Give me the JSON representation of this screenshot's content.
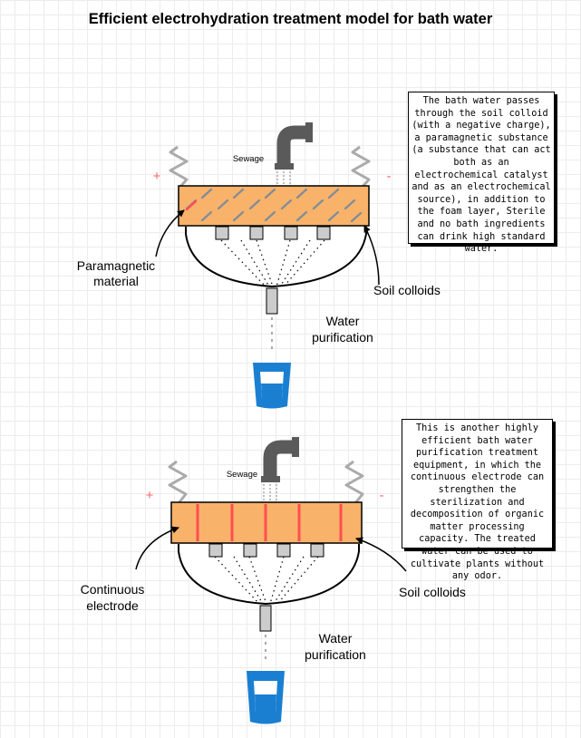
{
  "title": "Efficient electrohydration treatment model for bath water",
  "colors": {
    "block_fill": "#f8b26a",
    "block_stroke": "#000000",
    "hatch": "#7f8c9a",
    "electrode": "#ff4e50",
    "plus": "#ff6666",
    "minus": "#ff6666",
    "pipe": "#5a5a5a",
    "electrode_wire": "#aaaaaa",
    "cup": "#1a7fd1",
    "water": "#6ec3f5"
  },
  "top_model": {
    "sewage_label": "Sewage",
    "plus": "+",
    "minus": "-",
    "left_label": "Paramagnetic material",
    "right_label": "Soil colloids",
    "output_label": "Water purification",
    "note": "The bath water passes through the soil colloid (with a negative charge), a paramagnetic substance (a substance that can act both as an electrochemical catalyst and as an electrochemical source), in addition to the foam layer, Sterile and no bath ingredients can drink high standard water."
  },
  "bottom_model": {
    "sewage_label": "Sewage",
    "plus": "+",
    "minus": "-",
    "left_label": "Continuous electrode",
    "right_label": "Soil colloids",
    "output_label": "Water purification",
    "note": "This is another highly efficient bath water purification treatment equipment, in which the continuous electrode can strengthen the sterilization and decomposition of organic matter processing capacity. The treated water can be used to cultivate plants without any odor."
  }
}
